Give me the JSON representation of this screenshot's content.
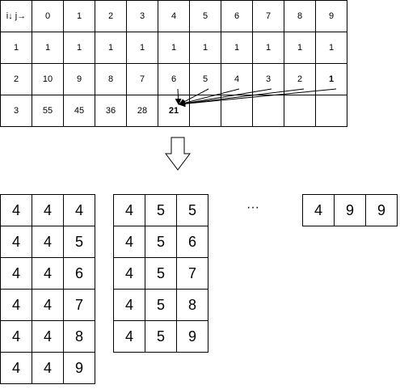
{
  "dp_table": {
    "header_label": "i↓ j→",
    "header": [
      "0",
      "1",
      "2",
      "3",
      "4",
      "5",
      "6",
      "7",
      "8",
      "9"
    ],
    "rows": [
      [
        "1",
        "1",
        "1",
        "1",
        "1",
        "1",
        "1",
        "1",
        "1",
        "1",
        "1"
      ],
      [
        "2",
        "10",
        "9",
        "8",
        "7",
        "6",
        "5",
        "4",
        "3",
        "2",
        "1"
      ],
      [
        "3",
        "55",
        "45",
        "36",
        "28",
        "21",
        "",
        "",
        "",
        "",
        ""
      ]
    ],
    "bold_cells": [
      [
        2,
        10
      ],
      [
        3,
        5
      ]
    ]
  },
  "groups": [
    {
      "rows": [
        [
          "4",
          "4",
          "4"
        ],
        [
          "4",
          "4",
          "5"
        ],
        [
          "4",
          "4",
          "6"
        ],
        [
          "4",
          "4",
          "7"
        ],
        [
          "4",
          "4",
          "8"
        ],
        [
          "4",
          "4",
          "9"
        ]
      ]
    },
    {
      "rows": [
        [
          "4",
          "5",
          "5"
        ],
        [
          "4",
          "5",
          "6"
        ],
        [
          "4",
          "5",
          "7"
        ],
        [
          "4",
          "5",
          "8"
        ],
        [
          "4",
          "5",
          "9"
        ]
      ]
    },
    {
      "rows": [
        [
          "4",
          "9",
          "9"
        ]
      ]
    }
  ],
  "ellipsis": "···"
}
